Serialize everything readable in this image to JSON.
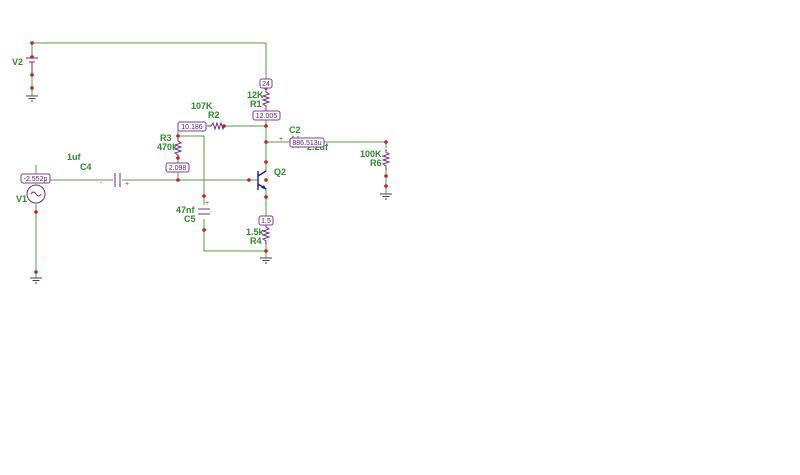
{
  "components": {
    "V2": {
      "name": "V2"
    },
    "V1": {
      "name": "V1"
    },
    "R1": {
      "name": "R1",
      "value": "12K"
    },
    "R2": {
      "name": "R2",
      "value": "107K"
    },
    "R3": {
      "name": "R3",
      "value": "470k"
    },
    "R4": {
      "name": "R4",
      "value": "1.5k"
    },
    "R6": {
      "name": "R6",
      "value": "100K"
    },
    "C2": {
      "name": "C2",
      "value": "2.2uf"
    },
    "C4": {
      "name": "C4",
      "value": "1uf"
    },
    "C5": {
      "name": "C5",
      "value": "47nf"
    },
    "Q2": {
      "name": "Q2"
    }
  },
  "probes": {
    "supply": "24",
    "collector": "12.005",
    "r2_left": "10.186",
    "base": "2.098",
    "input": "-2.552p",
    "output": "886.513u",
    "emitter": "1.5"
  },
  "polarity": {
    "plus": "+",
    "minus": "-"
  },
  "colors": {
    "wire": "#5a9a4a",
    "component": "#6b2f8a",
    "junction": "#c81e1e",
    "label": "#2e8b2e",
    "transistor": "#1a1aa8"
  }
}
